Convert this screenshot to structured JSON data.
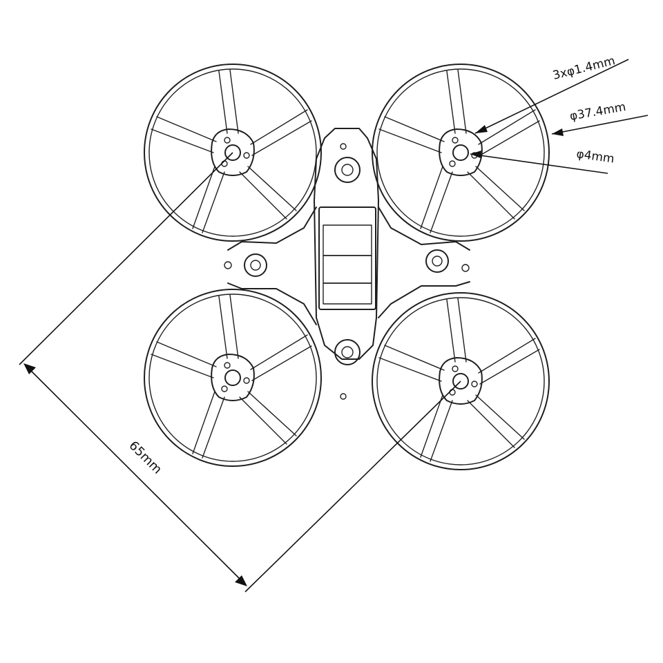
{
  "annotations": {
    "mount_holes": "3xφ1.4mm",
    "duct_diameter": "φ37.4mm",
    "shaft_hole": "φ4mm",
    "diagonal_wheelbase": "65mm"
  },
  "colors": {
    "line": "#1e1e1e",
    "background": "#ffffff"
  }
}
